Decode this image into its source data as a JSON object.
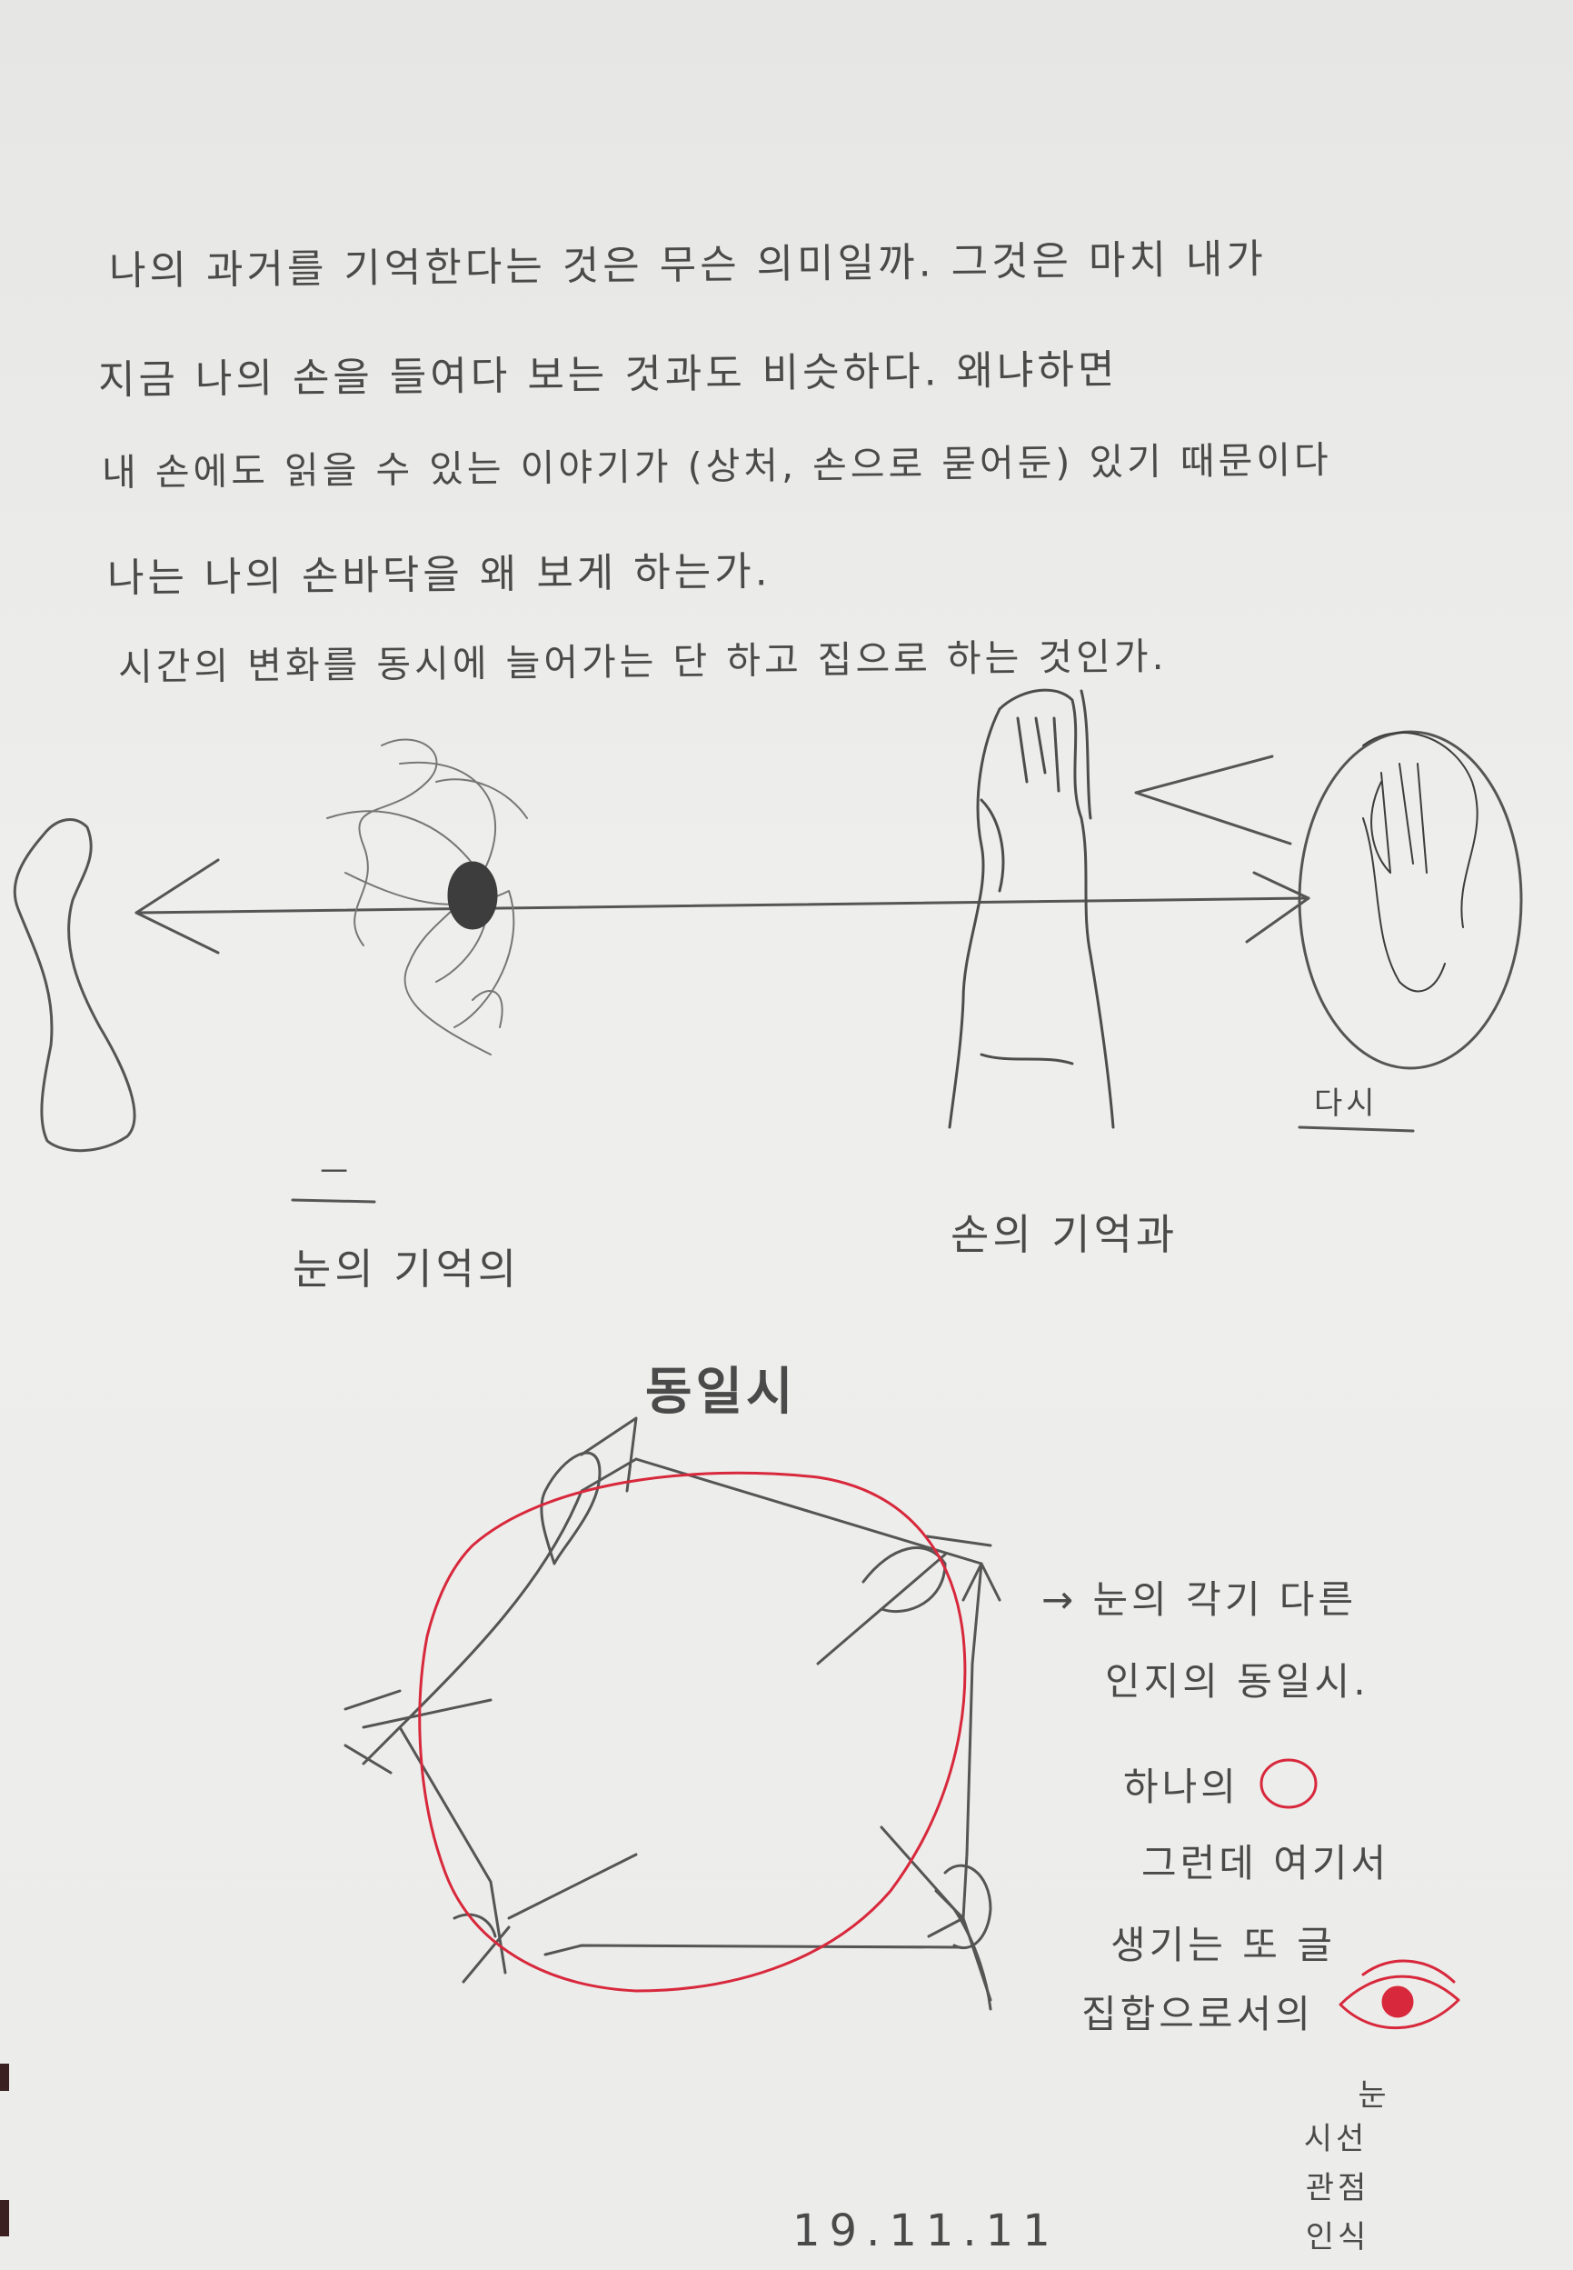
{
  "paragraph": {
    "lines": [
      "나의 과거를 기억한다는 것은 무슨 의미일까. 그것은 마치 내가",
      "지금 나의 손을 들여다 보는 것과도 비슷하다. 왜냐하면",
      "내 손에도 읽을 수 있는 이야기가 (상처, 손으로 묻어둔) 있기 때문이다",
      "나는 나의 손바닥을 왜 보게 하는가.",
      "시간의 변화를 동시에 늘어가는 단 하고 집으로 하는 것인가."
    ]
  },
  "timeline": {
    "right_caption": "다시",
    "left_mark": "ㅡ",
    "left_label": "눈의 기억의",
    "right_label": "손의 기억과"
  },
  "diagram": {
    "title": "동일시",
    "notes": [
      "→ 눈의 각기 다른",
      "인지의 동일시.",
      "하나의",
      "그런데 여기서",
      "생기는 또 글",
      "집합으로서의"
    ],
    "vertical_words": [
      "눈",
      "시선",
      "관점",
      "인식"
    ]
  },
  "date": "19.11.11",
  "colors": {
    "pencil": "#4a4a4a",
    "red_ink": "#d8283c",
    "paper": "#ececea"
  }
}
